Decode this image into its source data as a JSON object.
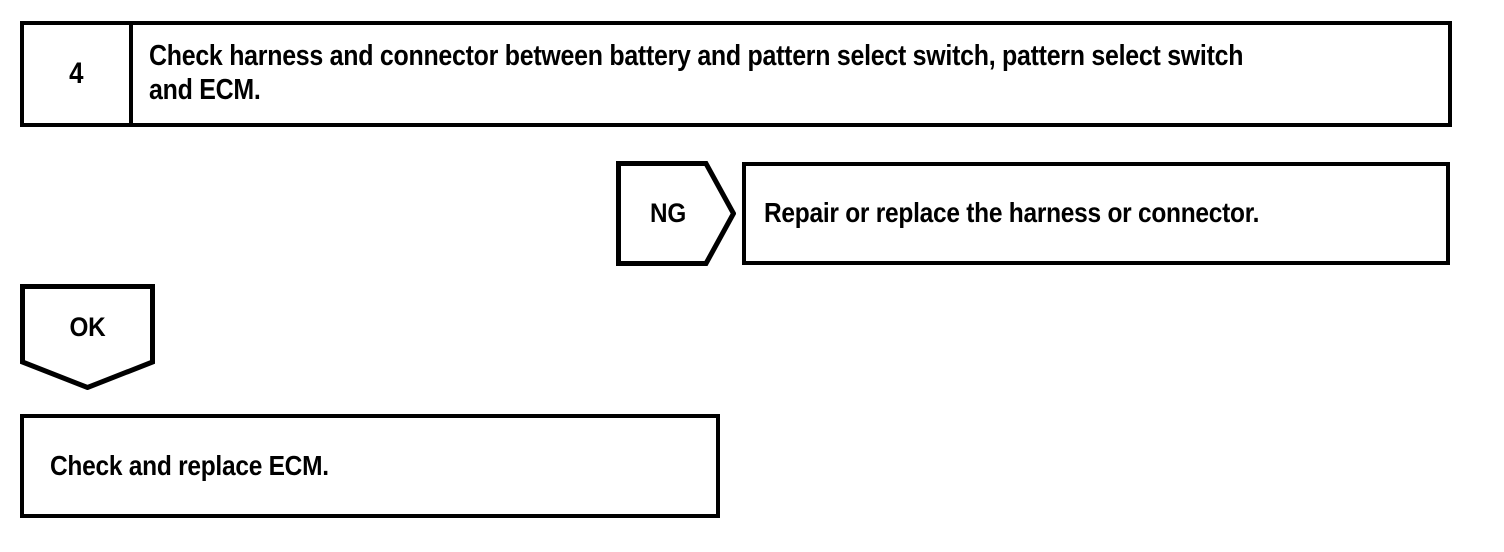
{
  "document": {
    "type": "diagnostic-flowchart",
    "background_color": "#ffffff",
    "line_color": "#000000"
  },
  "step": {
    "number": "4",
    "instruction": "Check harness and connector between battery and pattern select switch, pattern select switch and ECM."
  },
  "branches": {
    "ng": {
      "label": "NG",
      "result_text": "Repair or replace the harness or connector."
    },
    "ok": {
      "label": "OK",
      "result_text": "Check and replace ECM."
    }
  }
}
